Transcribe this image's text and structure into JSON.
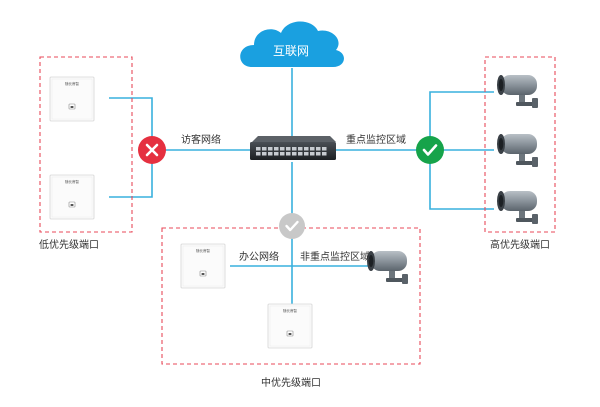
{
  "cloud": {
    "label": "互联网"
  },
  "labels": {
    "visitor_network": "访客网络",
    "key_monitor_zone": "重点监控区域",
    "office_network": "办公网络",
    "non_key_monitor_zone": "非重点监控区域"
  },
  "zones": {
    "low": {
      "label": "低优先级端口"
    },
    "high": {
      "label": "高优先级端口"
    },
    "mid": {
      "label": "中优先级端口"
    }
  },
  "panel_brand": "随长睿智",
  "colors": {
    "wire": "#39b0dd",
    "zone_border": "#e84a5a",
    "cloud": "#1aa0e0",
    "deny": "#e53040",
    "allow": "#16a34a",
    "neutral": "#c8c8c8"
  },
  "status_icons": {
    "low": "x-mark-icon",
    "high": "check-mark-icon",
    "mid": "check-mark-icon"
  }
}
